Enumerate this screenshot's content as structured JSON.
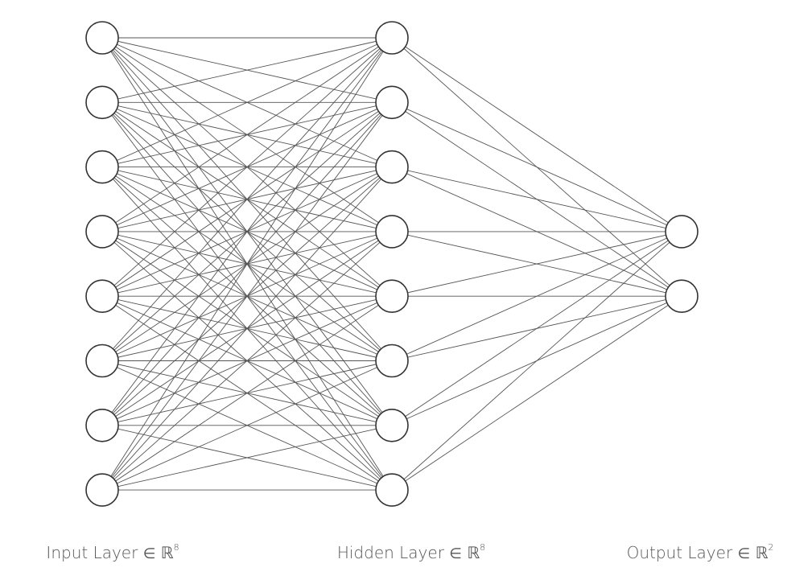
{
  "layers": [
    {
      "name": "Input Layer",
      "symbol": "∈",
      "space": "ℝ",
      "dim": "8",
      "nodes": 8
    },
    {
      "name": "Hidden Layer",
      "symbol": "∈",
      "space": "ℝ",
      "dim": "8",
      "nodes": 8
    },
    {
      "name": "Output Layer",
      "symbol": "∈",
      "space": "ℝ",
      "dim": "2",
      "nodes": 2
    }
  ],
  "connectivity": "fully-connected",
  "colors": {
    "edge": "#555555",
    "node_stroke": "#333333",
    "node_fill": "#ffffff",
    "label": "#555555"
  }
}
